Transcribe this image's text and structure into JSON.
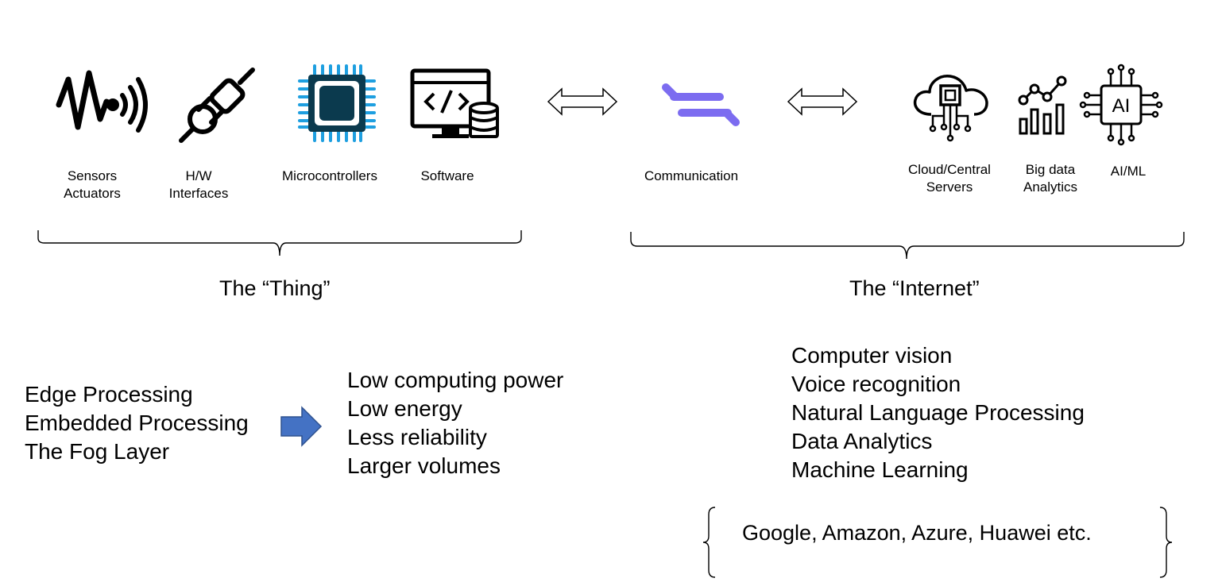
{
  "thing_components": [
    {
      "icon": "sensor-signal-icon",
      "lines": [
        "Sensors",
        "Actuators"
      ]
    },
    {
      "icon": "plug-icon",
      "lines": [
        "H/W",
        "Interfaces"
      ]
    },
    {
      "icon": "microchip-icon",
      "lines": [
        "Microcontrollers"
      ]
    },
    {
      "icon": "code-monitor-database-icon",
      "lines": [
        "Software"
      ]
    }
  ],
  "communication": {
    "icon": "exchange-arrows-icon",
    "label": "Communication",
    "color": "#7c6cf0"
  },
  "internet_components": [
    {
      "icon": "cloud-chip-icon",
      "lines": [
        "Cloud/Central",
        "Servers"
      ]
    },
    {
      "icon": "analytics-chart-icon",
      "lines": [
        "Big data",
        "Analytics"
      ]
    },
    {
      "icon": "ai-chip-icon",
      "lines": [
        "AI/ML"
      ]
    }
  ],
  "thing_title": "The “Thing”",
  "internet_title": "The “Internet”",
  "edge_terms": [
    "Edge Processing",
    "Embedded Processing",
    "The Fog Layer"
  ],
  "edge_traits": [
    "Low computing power",
    "Low energy",
    "Less reliability",
    "Larger volumes"
  ],
  "internet_capabilities": [
    "Computer vision",
    "Voice recognition",
    "Natural Language Processing",
    "Data Analytics",
    "Machine Learning"
  ],
  "providers": "Google, Amazon, Azure, Huawei etc.",
  "colors": {
    "chip_blue": "#1e9fe0",
    "chip_core": "#0b3a4e",
    "arrow_blue": "#4472c4",
    "arrow_outline": "#2f528f"
  }
}
